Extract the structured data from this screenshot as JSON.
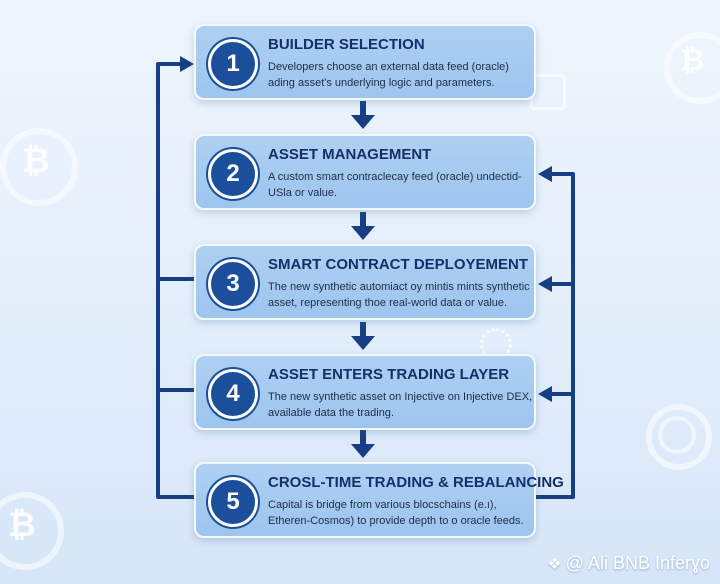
{
  "steps": [
    {
      "number": "1",
      "title": "BUILDER SELECTION",
      "description": "Developers choose an external data feed (oracle) adinɡ asset's underlying logic and parameters."
    },
    {
      "number": "2",
      "title": "ASSET MANAGEMENT",
      "description": "A custom smart contraclecay feed (oracle) undectid-USla or value."
    },
    {
      "number": "3",
      "title": "SMART CONTRACT DEPLOYEMENT",
      "description": "The new synthetic automiact oy mintis mints synthetic asset, representing thoe real-world data or value."
    },
    {
      "number": "4",
      "title": "ASSET ENTERS TRADING LAYER",
      "description": "The new synthetic asset on Injective on Injective DEX, available data the trading."
    },
    {
      "number": "5",
      "title": "CROSL-TIME TRADING & REBALANCING",
      "description": "Capital is bridge from various blocschains (e.ı), Etheren-Cosmos) to provide depth to o oracle feeds."
    }
  ],
  "watermark": "@ Ali BNB Inferɣo",
  "colors": {
    "box": "#a6cbf1",
    "accent": "#1c4f9b",
    "connector": "#163f86"
  }
}
